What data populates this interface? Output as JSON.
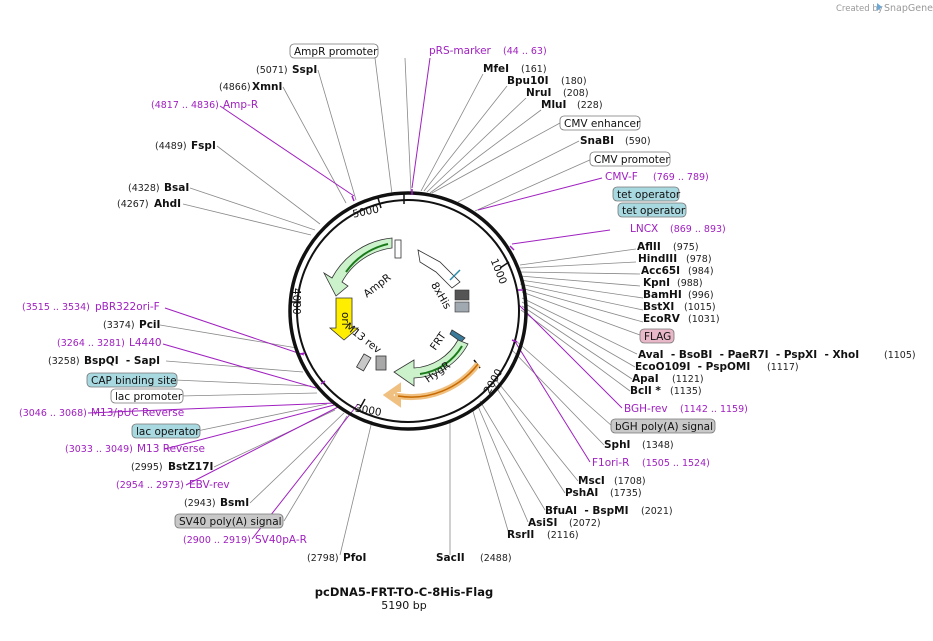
{
  "header": {
    "created_by": "Created by",
    "brand": "SnapGene"
  },
  "plasmid": {
    "name": "pcDNA5-FRT-TO-C-8His-Flag",
    "size": "5190 bp"
  },
  "ticks": [
    "1000",
    "2000",
    "3000",
    "4000",
    "5000"
  ],
  "inner_features": [
    "AmpR",
    "ori",
    "M13 rev",
    "8xHis",
    "FRT",
    "HygR"
  ],
  "sites_right": [
    {
      "name": "MfeI",
      "pos": "(161)"
    },
    {
      "name": "Bpu10I",
      "pos": "(180)"
    },
    {
      "name": "NruI",
      "pos": "(208)"
    },
    {
      "name": "MluI",
      "pos": "(228)"
    },
    {
      "name": "SnaBI",
      "pos": "(590)"
    },
    {
      "name": "AflII",
      "pos": "(975)"
    },
    {
      "name": "HindIII",
      "pos": "(978)"
    },
    {
      "name": "Acc65I",
      "pos": "(984)"
    },
    {
      "name": "KpnI",
      "pos": "(988)"
    },
    {
      "name": "BamHI",
      "pos": "(996)"
    },
    {
      "name": "BstXI",
      "pos": "(1015)"
    },
    {
      "name": "EcoRV",
      "pos": "(1031)"
    },
    {
      "name": "AvaI  - BsoBI  - PaeR7I  - PspXI  - XhoI",
      "pos": "(1105)"
    },
    {
      "name": "EcoO109I  - PspOMI",
      "pos": "(1117)"
    },
    {
      "name": "ApaI",
      "pos": "(1121)"
    },
    {
      "name": "BclI *",
      "pos": "(1135)"
    },
    {
      "name": "SphI",
      "pos": "(1348)"
    },
    {
      "name": "MscI",
      "pos": "(1708)"
    },
    {
      "name": "PshAI",
      "pos": "(1735)"
    },
    {
      "name": "BfuAI  - BspMI",
      "pos": "(2021)"
    },
    {
      "name": "AsiSI",
      "pos": "(2072)"
    },
    {
      "name": "RsrII",
      "pos": "(2116)"
    },
    {
      "name": "SacII",
      "pos": "(2488)"
    }
  ],
  "sites_left": [
    {
      "name": "SspI",
      "pos": "(5071)"
    },
    {
      "name": "XmnI",
      "pos": "(4866)"
    },
    {
      "name": "FspI",
      "pos": "(4489)"
    },
    {
      "name": "BsaI",
      "pos": "(4328)"
    },
    {
      "name": "AhdI",
      "pos": "(4267)"
    },
    {
      "name": "PciI",
      "pos": "(3374)"
    },
    {
      "name": "BspQI  - SapI",
      "pos": "(3258)"
    },
    {
      "name": "BstZ17I",
      "pos": "(2995)"
    },
    {
      "name": "BsmI",
      "pos": "(2943)"
    },
    {
      "name": "PfoI",
      "pos": "(2798)"
    }
  ],
  "primers": [
    {
      "name": "pRS-marker",
      "pos": "(44 .. 63)"
    },
    {
      "name": "CMV-F",
      "pos": "(769 .. 789)"
    },
    {
      "name": "LNCX",
      "pos": "(869 .. 893)"
    },
    {
      "name": "BGH-rev",
      "pos": "(1142 .. 1159)"
    },
    {
      "name": "F1ori-R",
      "pos": "(1505 .. 1524)"
    },
    {
      "name": "Amp-R",
      "pos": "(4817 .. 4836)"
    },
    {
      "name": "pBR322ori-F",
      "pos": "(3515 .. 3534)"
    },
    {
      "name": "L4440",
      "pos": "(3264 .. 3281)"
    },
    {
      "name": "M13/pUC Reverse",
      "pos": "(3046 .. 3068)"
    },
    {
      "name": "M13 Reverse",
      "pos": "(3033 .. 3049)"
    },
    {
      "name": "EBV-rev",
      "pos": "(2954 .. 2973)"
    },
    {
      "name": "SV40pA-R",
      "pos": "(2900 .. 2919)"
    }
  ],
  "feature_boxes": [
    {
      "name": "AmpR promoter",
      "fill": "#ffffff"
    },
    {
      "name": "CMV enhancer",
      "fill": "#ffffff"
    },
    {
      "name": "CMV promoter",
      "fill": "#ffffff"
    },
    {
      "name": "tet operator",
      "fill": "#a8d8e0"
    },
    {
      "name": "tet operator",
      "fill": "#a8d8e0"
    },
    {
      "name": "FLAG",
      "fill": "#e8b8c8"
    },
    {
      "name": "bGH poly(A) signal",
      "fill": "#c8c8c8"
    },
    {
      "name": "CAP binding site",
      "fill": "#a8d8e0"
    },
    {
      "name": "lac promoter",
      "fill": "#ffffff"
    },
    {
      "name": "lac operator",
      "fill": "#a8d8e0"
    },
    {
      "name": "SV40 poly(A) signal",
      "fill": "#c8c8c8"
    }
  ],
  "colors": {
    "primer": "#a020c0",
    "line": "#777777",
    "backbone": "#111111"
  }
}
